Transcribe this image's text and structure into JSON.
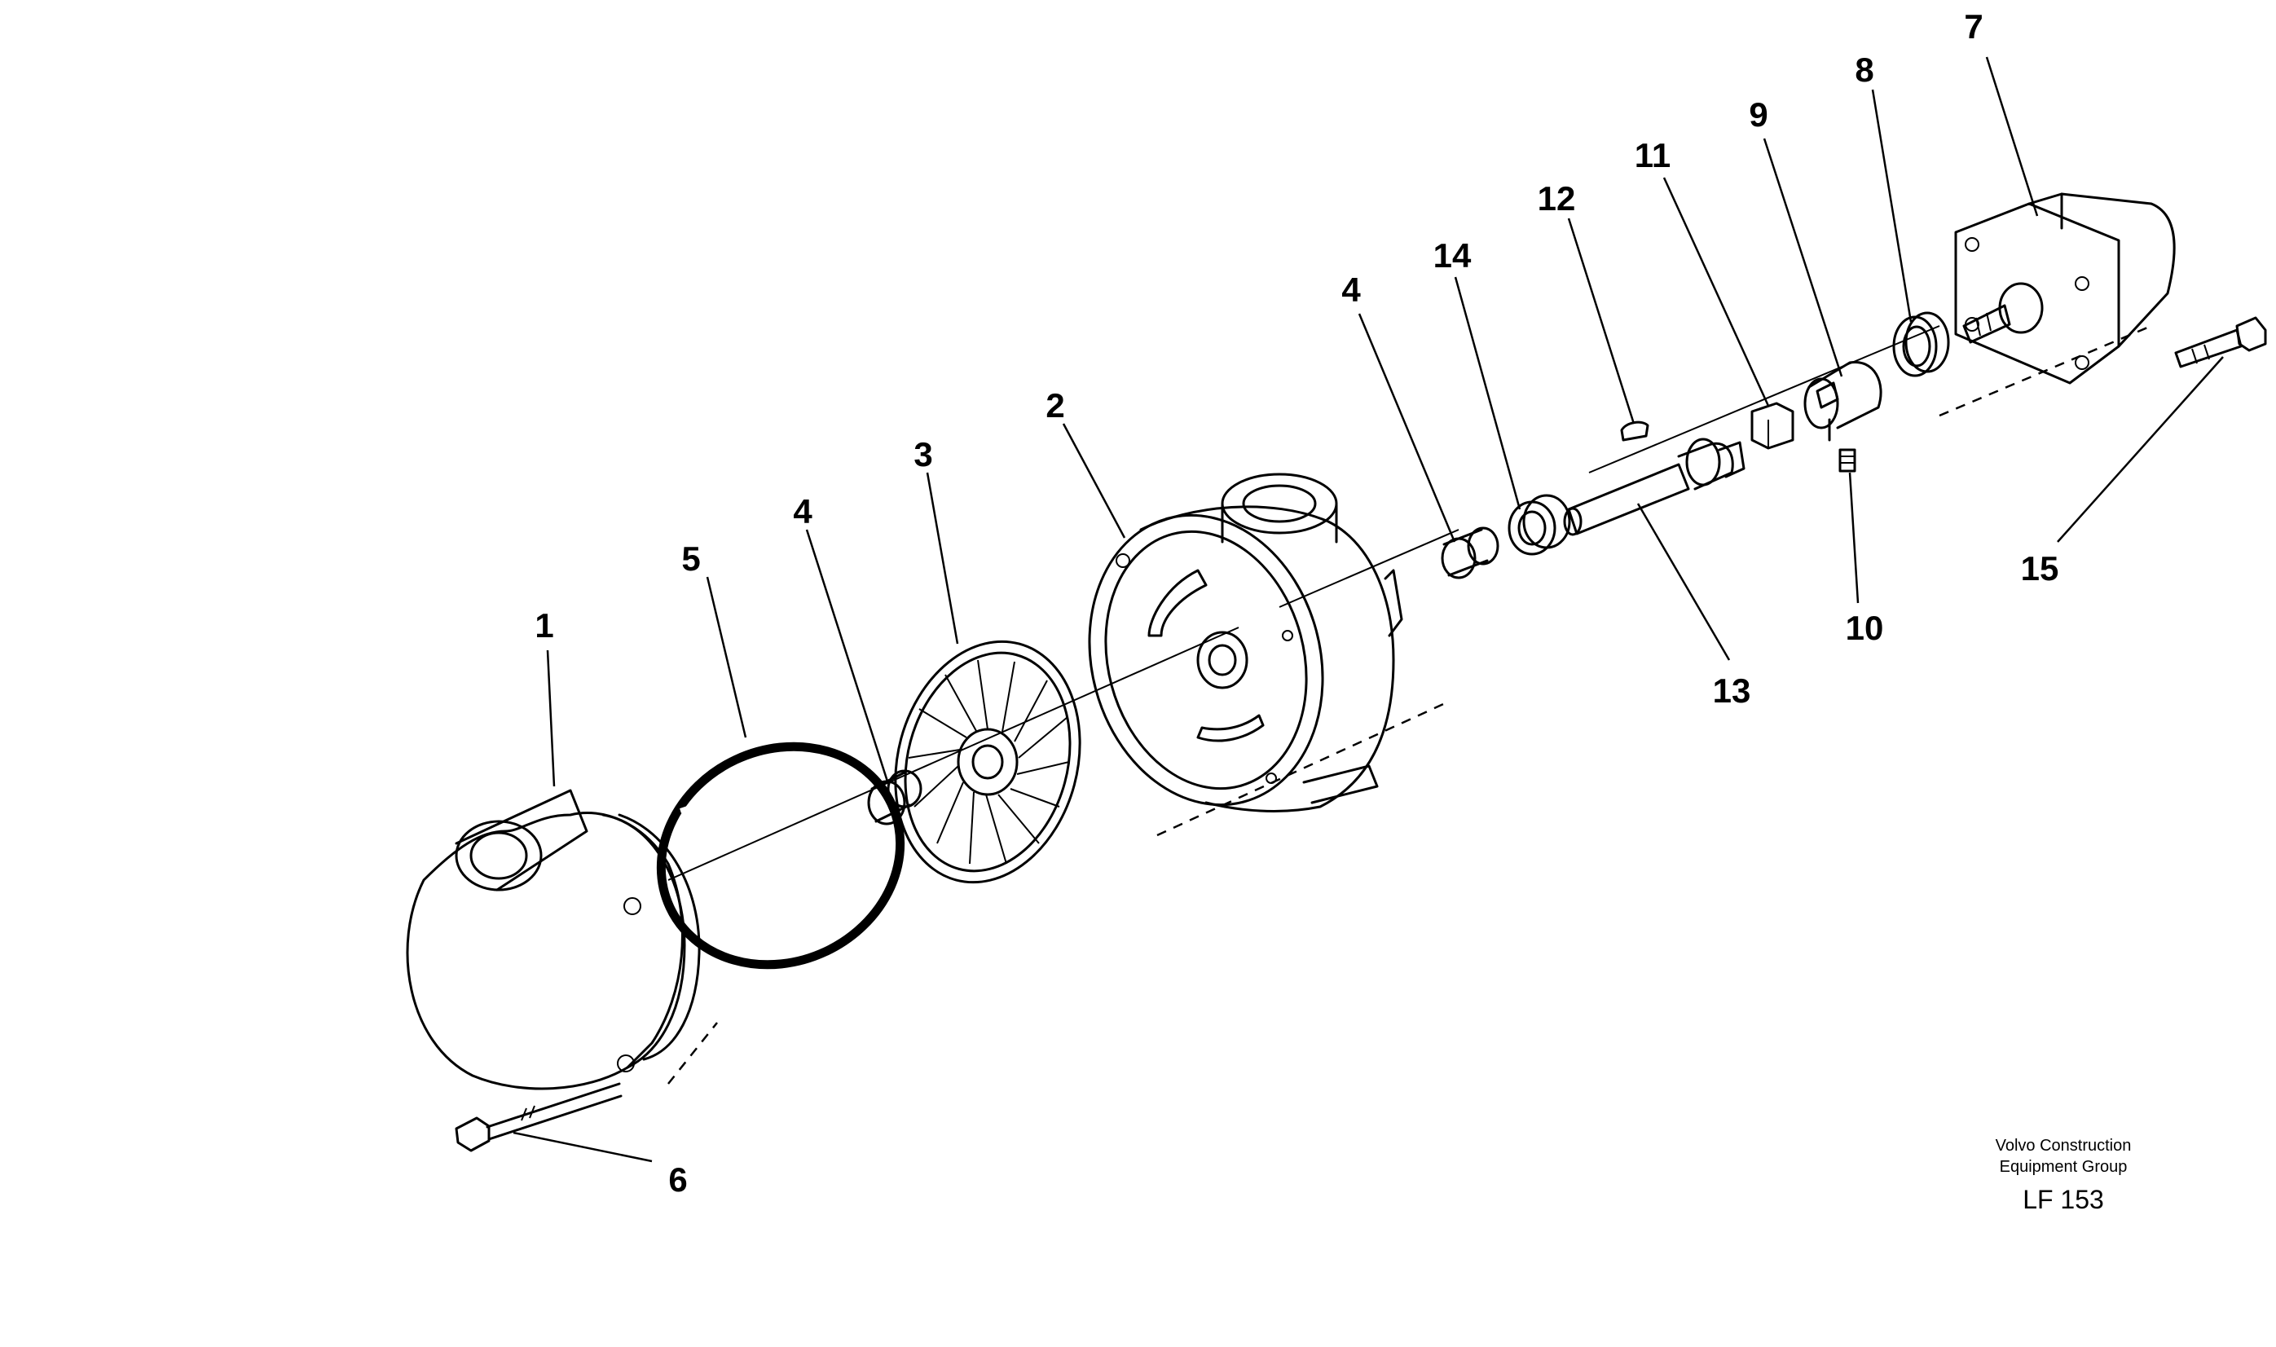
{
  "callouts": [
    "1",
    "2",
    "3",
    "4",
    "5",
    "6",
    "7",
    "8",
    "9",
    "10",
    "11",
    "12",
    "13",
    "14",
    "15"
  ],
  "callout_4_second": "4",
  "caption": {
    "line1": "Volvo Construction",
    "line2": "Equipment Group",
    "figure_id": "LF 153"
  }
}
